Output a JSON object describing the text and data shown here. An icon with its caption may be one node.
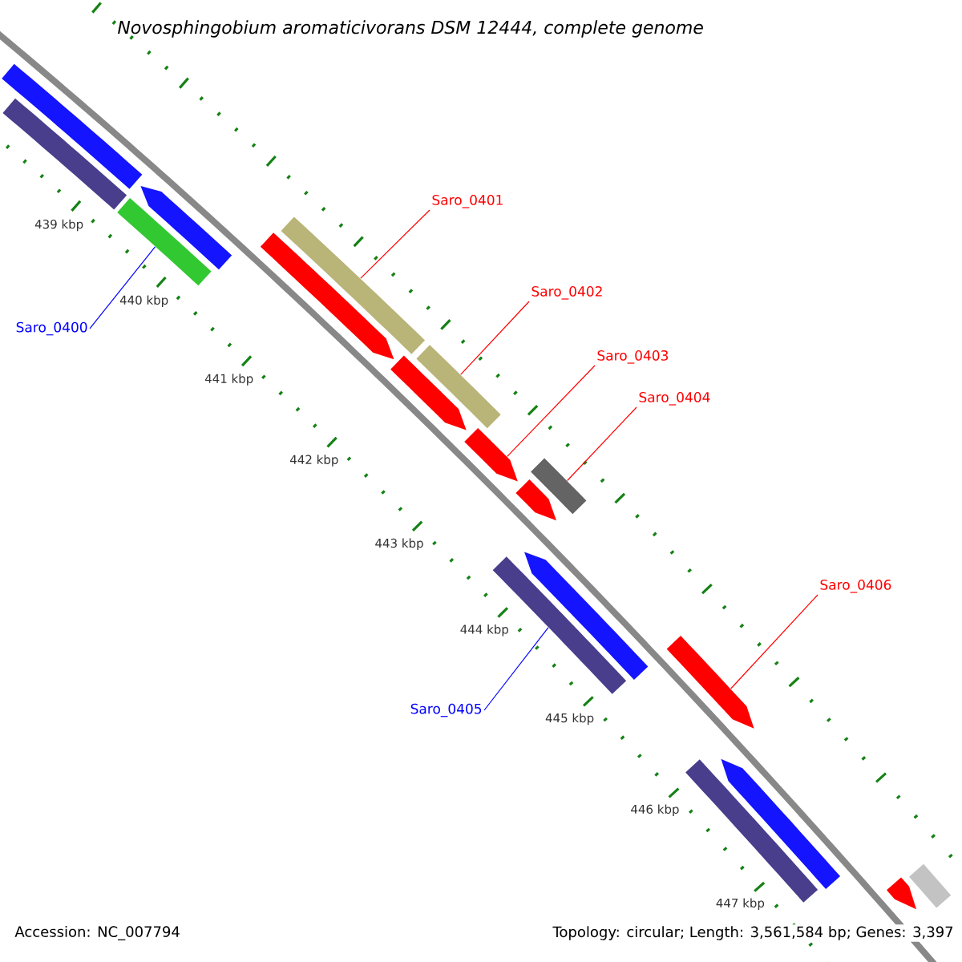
{
  "diagram": {
    "title": "Novosphingobium aromaticivorans DSM 12444, complete genome",
    "nodes": [
      {
        "text": [
          "Saro_0400"
        ]
      },
      {
        "text": [
          "Saro_0401"
        ]
      },
      {
        "text": [
          "Saro_0402"
        ]
      },
      {
        "text": [
          "Saro_0403"
        ]
      },
      {
        "text": [
          "Saro_0404"
        ]
      },
      {
        "text": [
          "Saro_0405"
        ]
      },
      {
        "text": [
          "Saro_0406"
        ]
      },
      {
        "text": [],
        "shape": "bar"
      },
      {
        "text": [],
        "shape": "arrow"
      },
      {
        "text": [],
        "shape": "bar"
      },
      {
        "text": [],
        "shape": "bar"
      },
      {
        "text": [],
        "shape": "bar"
      },
      {
        "text": [],
        "shape": "bar"
      },
      {
        "text": [],
        "shape": "arrow"
      },
      {
        "text": [],
        "shape": "arrow"
      },
      {
        "text": [],
        "shape": "arrow"
      },
      {
        "text": [],
        "shape": "arrow"
      },
      {
        "text": [],
        "shape": "bar"
      },
      {
        "text": [],
        "shape": "arrow"
      },
      {
        "text": [],
        "shape": "bar"
      },
      {
        "text": [],
        "shape": "arrow"
      },
      {
        "text": [],
        "shape": "arrow"
      },
      {
        "text": [],
        "shape": "bar"
      },
      {
        "text": [],
        "shape": "arrow"
      },
      {
        "text": [],
        "shape": "bar"
      }
    ],
    "edges": [
      {
        "from": 0,
        "to": 10,
        "arrow": "none",
        "color": "#0000ff"
      },
      {
        "from": 1,
        "to": 11,
        "arrow": "none"
      },
      {
        "from": 2,
        "to": 12,
        "arrow": "none"
      },
      {
        "from": 3,
        "to": 15,
        "arrow": "none"
      },
      {
        "from": 4,
        "to": 17,
        "arrow": "none"
      },
      {
        "from": 5,
        "to": 19,
        "arrow": "none",
        "color": "#0000ff"
      },
      {
        "from": 6,
        "to": 20,
        "arrow": "none"
      }
    ],
    "labels": [
      "439 kbp",
      "440 kbp",
      "441 kbp",
      "442 kbp",
      "443 kbp",
      "444 kbp",
      "445 kbp",
      "446 kbp",
      "447 kbp",
      "Accession: NC_007794",
      "Topology: circular; Length: 3,561,584 bp; Genes: 3,397"
    ]
  }
}
